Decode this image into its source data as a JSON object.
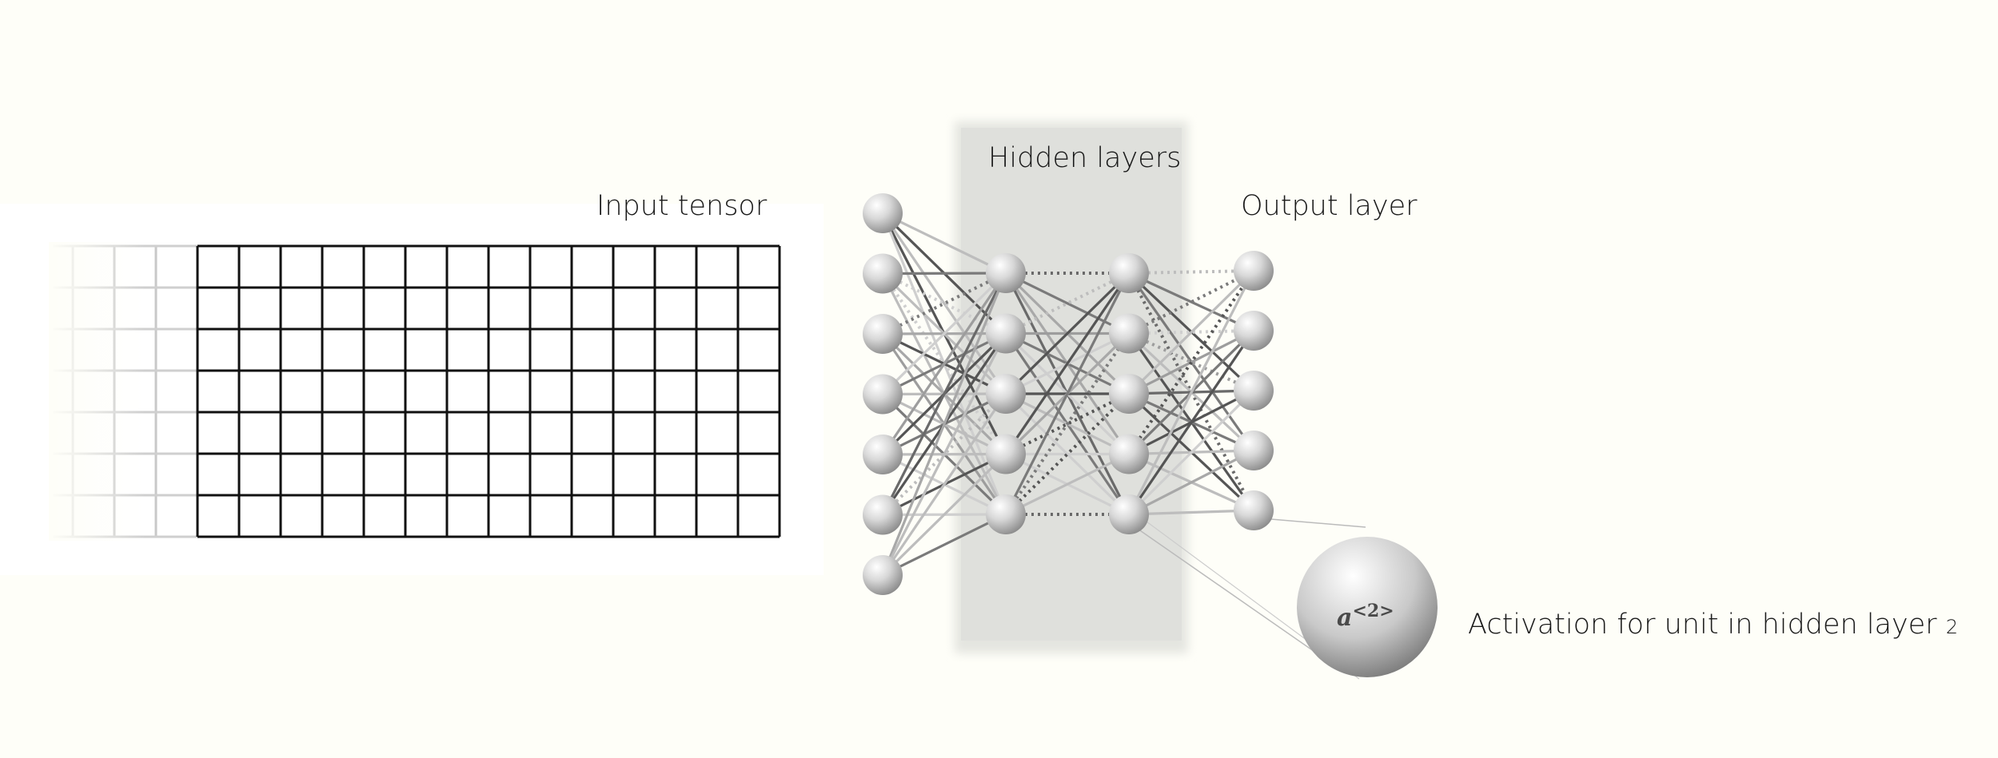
{
  "labels": {
    "input": "Input tensor",
    "hidden": "Hidden layers",
    "output": "Output layer",
    "activation_text": "Activation for unit in hidden layer",
    "activation_sub": "2"
  },
  "unit_symbol": {
    "base": "a",
    "superscript": "<2>"
  },
  "network": {
    "input_nodes": 7,
    "hidden_layers": [
      5,
      5
    ],
    "output_nodes": 5
  },
  "grid": {
    "rows": 7,
    "visible_columns": 14,
    "faded_columns": 3
  },
  "colors": {
    "background": "#fefef8",
    "hidden_panel": "#dfe0dc",
    "grid_line": "#111111",
    "node_fill": "#cfcfcf"
  }
}
